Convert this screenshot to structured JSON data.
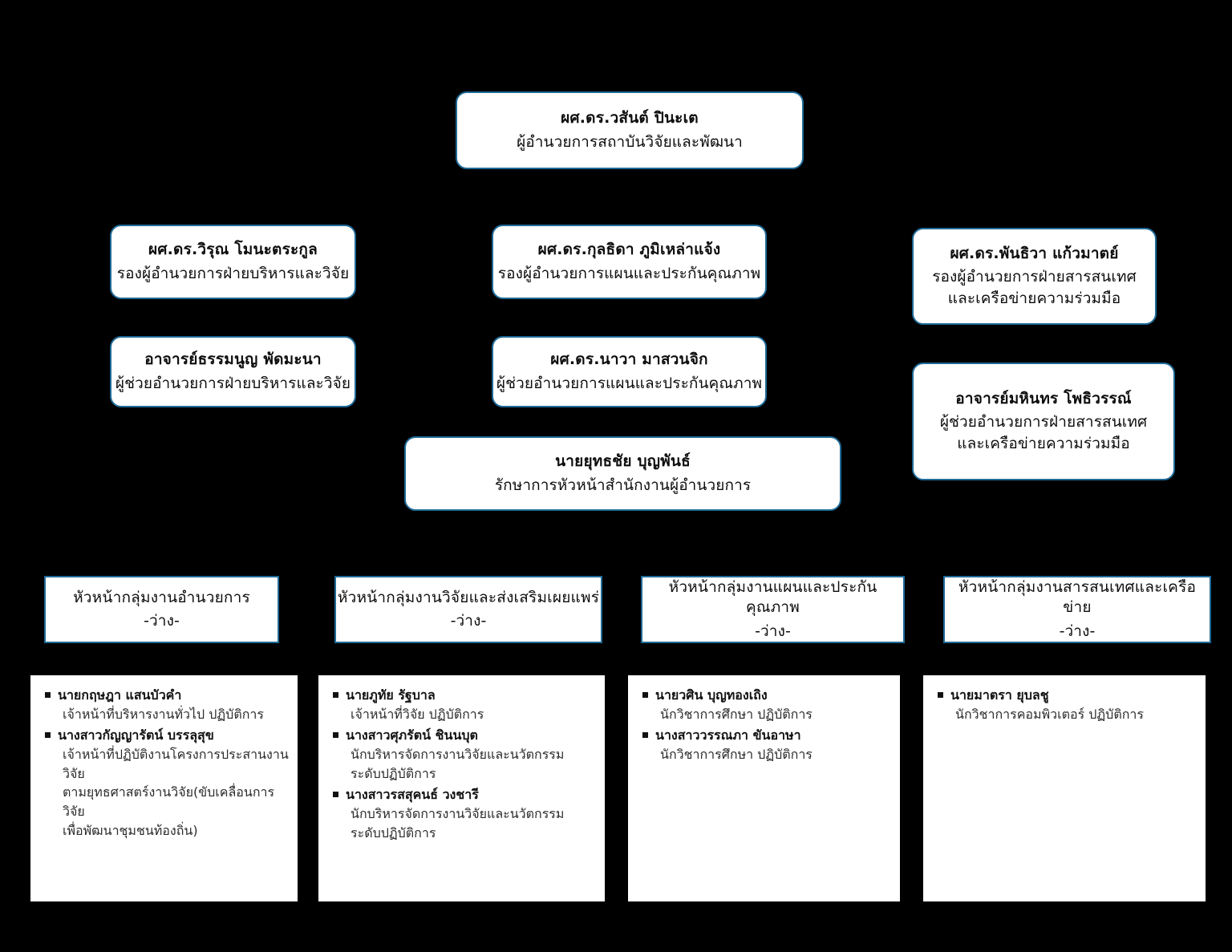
{
  "theme": {
    "background": "#000000",
    "box_fill": "#ffffff",
    "box_border": "#1f6a97",
    "text": "#0d0d0d"
  },
  "director": {
    "name": "ผศ.ดร.วสันต์ ปินะเต",
    "role": "ผู้อำนวยการสถาบันวิจัยและพัฒนา"
  },
  "deputies": [
    {
      "name": "ผศ.ดร.วิรุณ โมนะตระกูล",
      "role_lines": [
        "รองผู้อำนวยการฝ่ายบริหารและวิจัย"
      ]
    },
    {
      "name": "ผศ.ดร.กุลธิดา ภูมิเหล่าแจ้ง",
      "role_lines": [
        "รองผู้อำนวยการแผนและประกันคุณภาพ"
      ]
    },
    {
      "name": "ผศ.ดร.พันธิวา แก้วมาตย์",
      "role_lines": [
        "รองผู้อำนวยการฝ่ายสารสนเทศ",
        "และเครือข่ายความร่วมมือ"
      ]
    }
  ],
  "assistants": [
    {
      "name": "อาจารย์ธรรมนูญ พัดมะนา",
      "role_lines": [
        "ผู้ช่วยอำนวยการฝ่ายบริหารและวิจัย"
      ]
    },
    {
      "name": "ผศ.ดร.นาวา มาสวนจิก",
      "role_lines": [
        "ผู้ช่วยอำนวยการแผนและประกันคุณภาพ"
      ]
    },
    {
      "name": "อาจารย์มหินทร โพธิวรรณ์",
      "role_lines": [
        "ผู้ช่วยอำนวยการฝ่ายสารสนเทศ",
        "และเครือข่ายความร่วมมือ"
      ]
    }
  ],
  "office_head": {
    "name": "นายยุทธชัย บุญพันธ์",
    "role": "รักษาการหัวหน้าสำนักงานผู้อำนวยการ"
  },
  "units": [
    {
      "title": "หัวหน้ากลุ่มงานอำนวยการ",
      "holder": "-ว่าง-"
    },
    {
      "title": "หัวหน้ากลุ่มงานวิจัยและส่งเสริมเผยแพร่",
      "holder": "-ว่าง-"
    },
    {
      "title": "หัวหน้ากลุ่มงานแผนและประกันคุณภาพ",
      "holder": "-ว่าง-"
    },
    {
      "title": "หัวหน้ากลุ่มงานสารสนเทศและเครือข่าย",
      "holder": "-ว่าง-"
    }
  ],
  "staff_groups": [
    {
      "members": [
        {
          "name": "นายกฤษฎา แสนบัวคำ",
          "role_lines": [
            "เจ้าหน้าที่บริหารงานทั่วไป ปฏิบัติการ"
          ]
        },
        {
          "name": "นางสาวกัญญารัตน์ บรรลุสุข",
          "role_lines": [
            "เจ้าหน้าที่ปฏิบัติงานโครงการประสานงานวิจัย",
            "ตามยุทธศาสตร์งานวิจัย(ขับเคลื่อนการวิจัย",
            "เพื่อพัฒนาชุมชนท้องถิ่น)"
          ]
        }
      ]
    },
    {
      "members": [
        {
          "name": "นายภูทัย รัฐบาล",
          "role_lines": [
            "เจ้าหน้าที่วิจัย ปฏิบัติการ"
          ]
        },
        {
          "name": "นางสาวศุภรัตน์ ชินนบุต",
          "role_lines": [
            "นักบริหารจัดการงานวิจัยและนวัตกรรม",
            "ระดับปฏิบัติการ"
          ]
        },
        {
          "name": "นางสาวรสสุคนธ์ วงชารี",
          "role_lines": [
            "นักบริหารจัดการงานวิจัยและนวัตกรรม",
            "ระดับปฏิบัติการ"
          ]
        }
      ]
    },
    {
      "members": [
        {
          "name": "นายวศิน บุญทองเถิง",
          "role_lines": [
            "นักวิชาการศึกษา ปฏิบัติการ"
          ]
        },
        {
          "name": "นางสาววรรณภา ขันอาษา",
          "role_lines": [
            "นักวิชาการศึกษา ปฏิบัติการ"
          ]
        }
      ]
    },
    {
      "members": [
        {
          "name": "นายมาตรา ยุบลชู",
          "role_lines": [
            "นักวิชาการคอมพิวเตอร์ ปฏิบัติการ"
          ]
        }
      ]
    }
  ]
}
